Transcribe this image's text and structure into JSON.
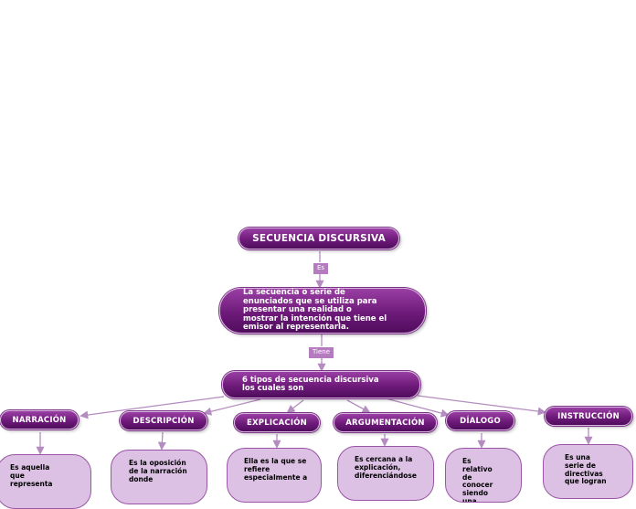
{
  "root": {
    "title": "SECUENCIA DISCURSIVA"
  },
  "link_es": "Es",
  "definition": {
    "text": "La secuencia o serie de enunciados que se utiliza para presentar una realidad o mostrar la intención que tiene el emisor al representarla."
  },
  "link_tiene": "Tiene",
  "types_node": {
    "text": "6 tipos de secuencia discursiva los cuales son"
  },
  "types": [
    {
      "label": "NARRACIÓN",
      "desc": "Es aquella que representa"
    },
    {
      "label": "DESCRIPCIÓN",
      "desc": "Es la oposición de la narración donde"
    },
    {
      "label": "EXPLICACIÓN",
      "desc": "Ella es la que se refiere especialmente a"
    },
    {
      "label": "ARGUMENTACIÓN",
      "desc": "Es cercana a la explicación, diferenciándose"
    },
    {
      "label": "DÍALOGO",
      "desc": "Es relativo de conocer siendo una"
    },
    {
      "label": "INSTRUCCIÓN",
      "desc": "Es una serie de directivas que logran"
    }
  ],
  "colors": {
    "node_dark": "#5a0f68",
    "node_light": "#9a3fa4",
    "leaf_fill": "#dcc1e4",
    "link_label": "#b57bbf",
    "connector": "#b48cc0"
  }
}
